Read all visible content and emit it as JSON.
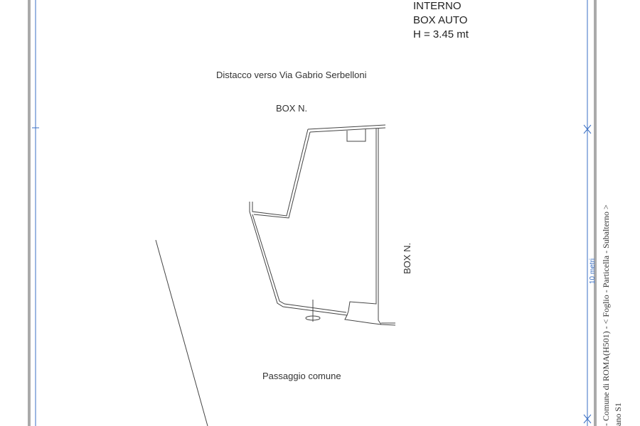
{
  "header": {
    "line1": "INTERNO",
    "line2": "BOX AUTO",
    "line3": "H = 3.45 mt"
  },
  "labels": {
    "distacco": "Distacco verso Via Gabrio Serbelloni",
    "box_top": "BOX N.",
    "box_right": "BOX N.",
    "passaggio": "Passaggio comune"
  },
  "margin": {
    "scale": "10 metri",
    "cadastral": "- Comune di ROMA(H501) - <  Foglio      - Particella      - Subalterno      >",
    "cadastral2": "ano S1"
  },
  "colors": {
    "border_blue": "#3a6fc4",
    "ink": "#333333"
  }
}
